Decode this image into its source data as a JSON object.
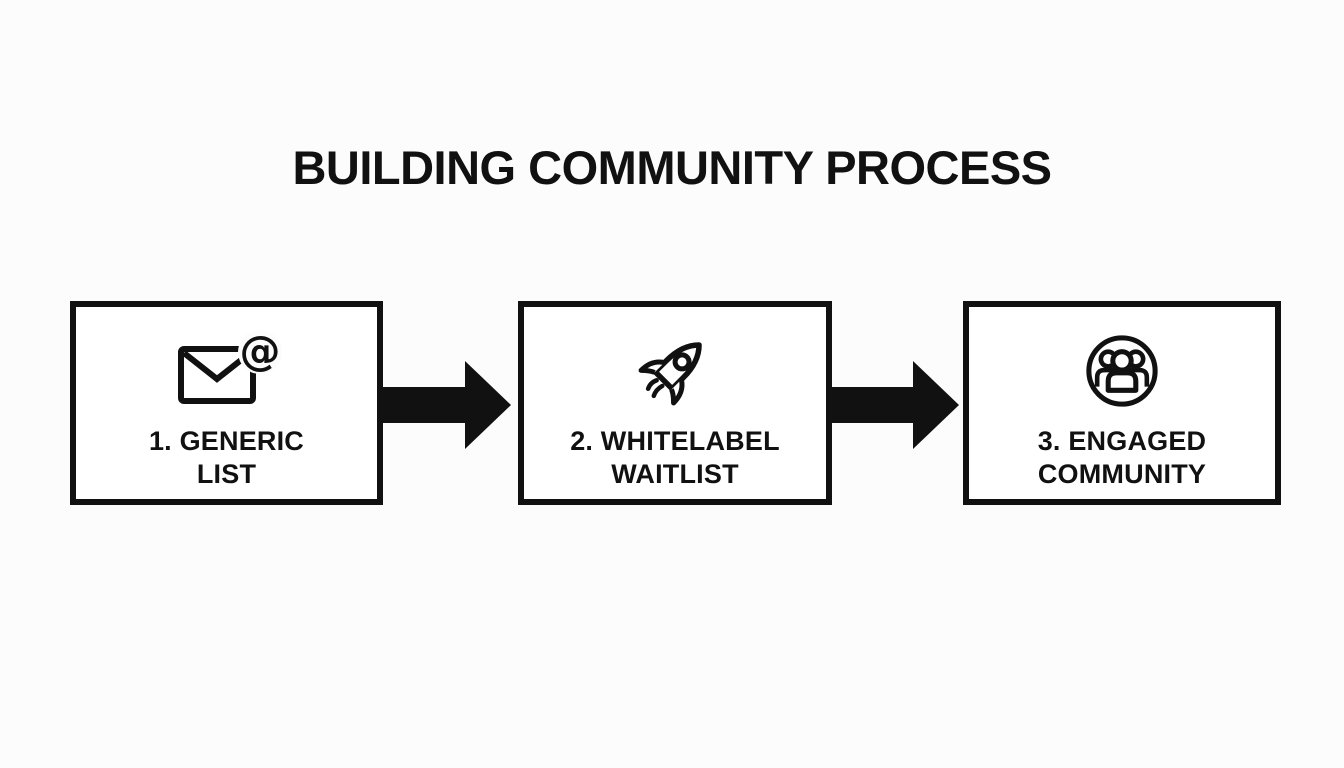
{
  "title": "BUILDING COMMUNITY PROCESS",
  "colors": {
    "ink": "#111111",
    "box_background": "#ffffff",
    "page_background": "#fcfcfc"
  },
  "steps": [
    {
      "id": 1,
      "icon": "email-at-icon",
      "label": "1. GENERIC\nLIST"
    },
    {
      "id": 2,
      "icon": "rocket-icon",
      "label": "2. WHITELABEL\nWAITLIST"
    },
    {
      "id": 3,
      "icon": "people-circle-icon",
      "label": "3. ENGAGED\nCOMMUNITY"
    }
  ],
  "connectors": [
    {
      "type": "arrow-right"
    },
    {
      "type": "arrow-right"
    }
  ]
}
